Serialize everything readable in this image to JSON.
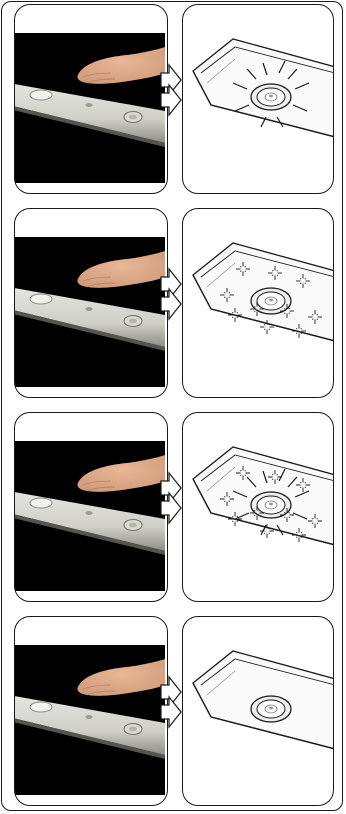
{
  "steps": [
    {
      "id": 1,
      "flash_pattern": "center-rays",
      "hand": "hovering"
    },
    {
      "id": 2,
      "flash_pattern": "spark-ring",
      "hand": "hovering"
    },
    {
      "id": 3,
      "flash_pattern": "center-rays-and-spark-ring",
      "hand": "hovering"
    },
    {
      "id": 4,
      "flash_pattern": "none",
      "hand": "hovering"
    }
  ],
  "colors": {
    "outline": "#1a1a1a",
    "photo_background": "#000000",
    "bar_light": "#e6e6e1",
    "bar_shadow": "#8f8f86",
    "skin": "#cf9a7a"
  }
}
